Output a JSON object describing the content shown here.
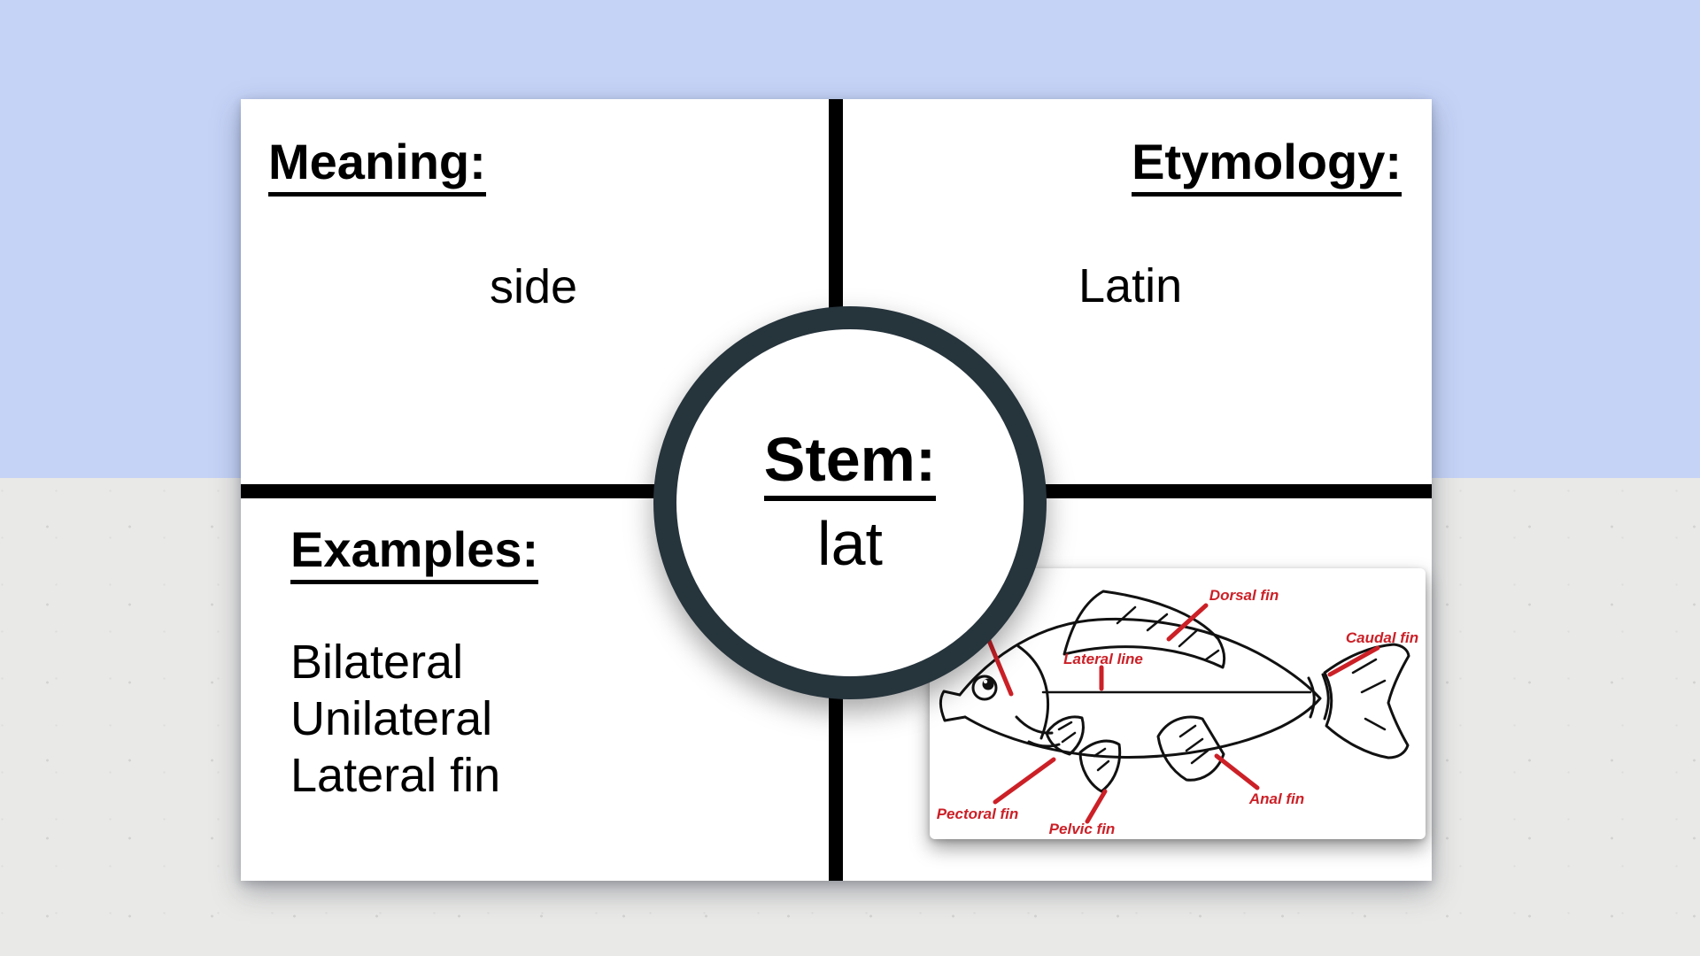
{
  "background": {
    "top_color": "#c5d3f7",
    "bottom_color": "#e9e9e7"
  },
  "organizer": {
    "divider_color": "#000000",
    "circle_ring_color": "#26343c",
    "meaning": {
      "heading": "Meaning:",
      "value": "side"
    },
    "etymology": {
      "heading": "Etymology:",
      "value": "Latin"
    },
    "examples": {
      "heading": "Examples:",
      "items": [
        "Bilateral",
        "Unilateral",
        "Lateral fin"
      ]
    },
    "stem": {
      "heading": "Stem:",
      "value": "lat"
    }
  },
  "fish_diagram": {
    "accent_color": "#cc2027",
    "labels": {
      "dorsal": "Dorsal fin",
      "caudal": "Caudal fin",
      "lateral": "Lateral line",
      "pectoral": "Pectoral fin",
      "pelvic": "Pelvic fin",
      "anal": "Anal fin"
    }
  }
}
